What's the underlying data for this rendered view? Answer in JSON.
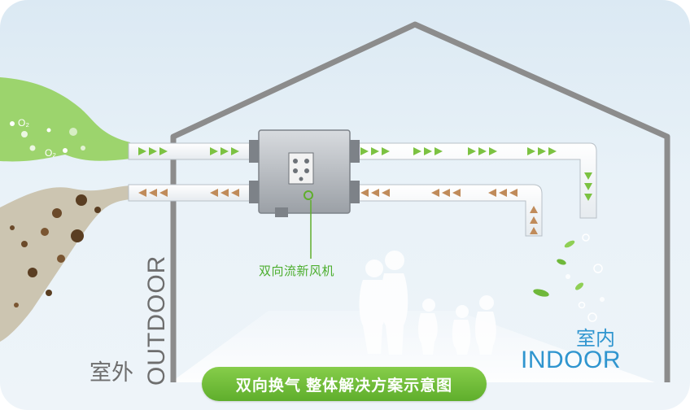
{
  "fan_label": "双向流新风机",
  "indoor": {
    "cn": "室内",
    "en": "INDOOR"
  },
  "outdoor": {
    "cn": "室外",
    "en": "OUTDOOR"
  },
  "banner": "双向换气 整体解决方案示意图",
  "o2_label": "O₂",
  "colors": {
    "arrow_fresh": "#7cc242",
    "arrow_exhaust": "#c08b5a",
    "house_outline": "#8c8c8c",
    "accent_green": "#5fae2c",
    "accent_blue": "#2f95cf"
  }
}
